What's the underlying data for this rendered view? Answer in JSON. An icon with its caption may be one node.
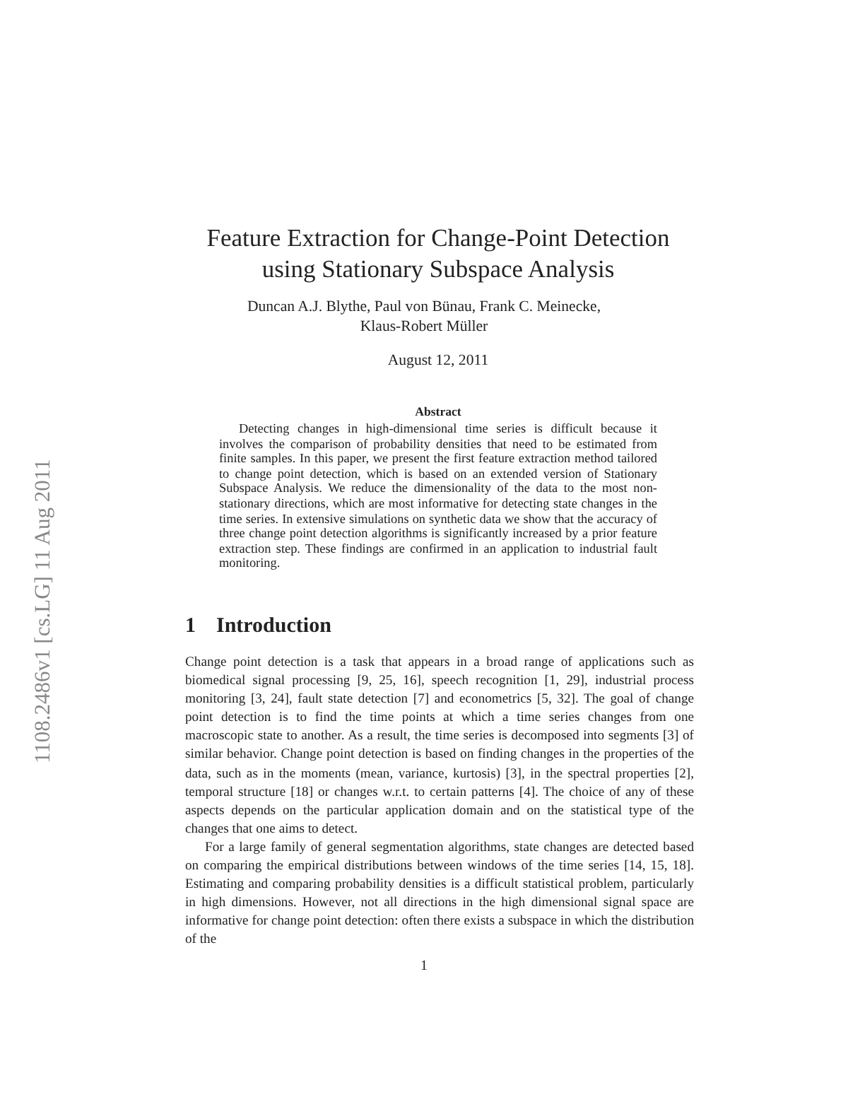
{
  "diagram": {
    "title": "Feature Extraction for Change-Point Detection using Stationary Subspace Analysis",
    "labels": [
      "Duncan A.J. Blythe, Paul von Bünau, Frank C. Meinecke, Klaus-Robert Müller",
      "August 12, 2011",
      "Abstract",
      "Detecting changes in high-dimensional time series is difficult because it involves the comparison of probability densities that need to be estimated from finite samples. In this paper, we present the first feature extraction method tailored to change point detection, which is based on an extended version of Stationary Subspace Analysis. We reduce the dimensionality of the data to the most non-stationary directions, which are most informative for detecting state changes in the time series. In extensive simulations on synthetic data we show that the accuracy of three change point detection algorithms is significantly increased by a prior feature extraction step. These findings are confirmed in an application to industrial fault monitoring.",
      "1",
      "Introduction",
      "Change point detection is a task that appears in a broad range of applications such as biomedical signal processing [9, 25, 16], speech recognition [1, 29], industrial process monitoring [3, 24], fault state detection [7] and econometrics [5, 32]. The goal of change point detection is to find the time points at which a time series changes from one macroscopic state to another. As a result, the time series is decomposed into segments [3] of similar behavior. Change point detection is based on finding changes in the properties of the data, such as in the moments (mean, variance, kurtosis) [3], in the spectral properties [2], temporal structure [18] or changes w.r.t. to certain patterns [4]. The choice of any of these aspects depends on the particular application domain and on the statistical type of the changes that one aims to detect.",
      "For a large family of general segmentation algorithms, state changes are detected based on comparing the empirical distributions between windows of the time series [14, 15, 18]. Estimating and comparing probability densities is a difficult statistical problem, particularly in high dimensions. However, not all directions in the high dimensional signal space are informative for change point detection: often there exists a subspace in which the distribution of the",
      "1",
      "1108.2486v1 [cs.LG] 11 Aug 2011"
    ]
  }
}
